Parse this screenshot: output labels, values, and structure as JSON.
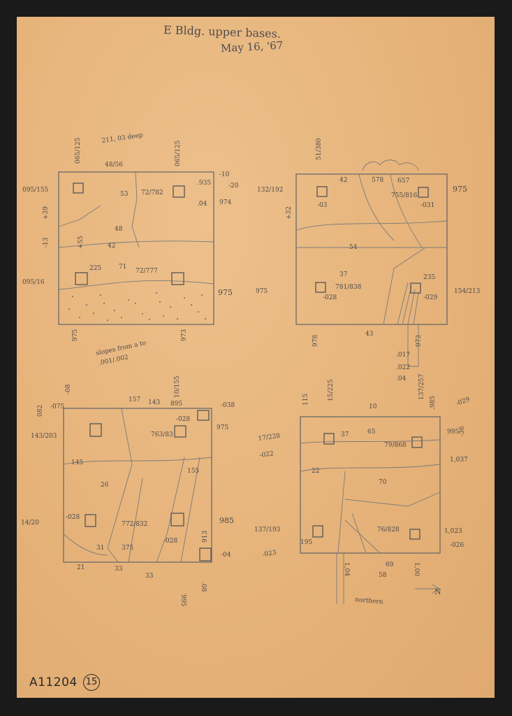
{
  "header": {
    "title_line1": "E Bldg. upper bases.",
    "title_line2": "May 16, '67"
  },
  "footer": {
    "accession": "A11204",
    "sheet_number": "15"
  },
  "sketch_tl": {
    "labels": [
      "211, 03 deep",
      "48/56",
      "065/125",
      "065/125",
      "095/155",
      "53",
      "72/782",
      ".935",
      "-10",
      "-20",
      "974",
      ".04",
      "+39",
      "48",
      "-13",
      "42",
      "+55",
      "095/16",
      "225",
      "71",
      "72/777",
      "975",
      "975",
      "973",
      "slopes from a to",
      ".001/.002"
    ]
  },
  "sketch_tr": {
    "labels": [
      "51/380",
      "132/192",
      "42",
      "578",
      "657",
      "755/816",
      "975",
      "-03",
      "-031",
      "+32",
      "54",
      "37",
      "781/838",
      "-028",
      "975",
      "154/213",
      "978",
      "43",
      "973",
      ".017",
      ".022",
      ".04",
      "235",
      "-029"
    ]
  },
  "sketch_bl": {
    "labels": [
      "082",
      "-08",
      "-075",
      "143/203",
      "157",
      "143",
      "895",
      "10/155",
      "-038",
      "975",
      "-028",
      "763/83",
      "145",
      "26",
      "155",
      "14/20",
      "-028",
      "772/832",
      "985",
      "-028",
      "913",
      "-04",
      "21",
      "31",
      "375",
      "33",
      "33",
      "995",
      ".08"
    ]
  },
  "sketch_br": {
    "labels": [
      "115",
      "15/225",
      "10",
      "137/257",
      ".985",
      "-029",
      "17/228",
      "37",
      "65",
      "79/868",
      "995",
      "-36",
      "-022",
      "1,037",
      "22",
      "70",
      "137/193",
      "-023",
      "195",
      "76/828",
      "1,023",
      "-026",
      "1,04",
      "58",
      "69",
      "1,00",
      "northern",
      "N"
    ]
  }
}
